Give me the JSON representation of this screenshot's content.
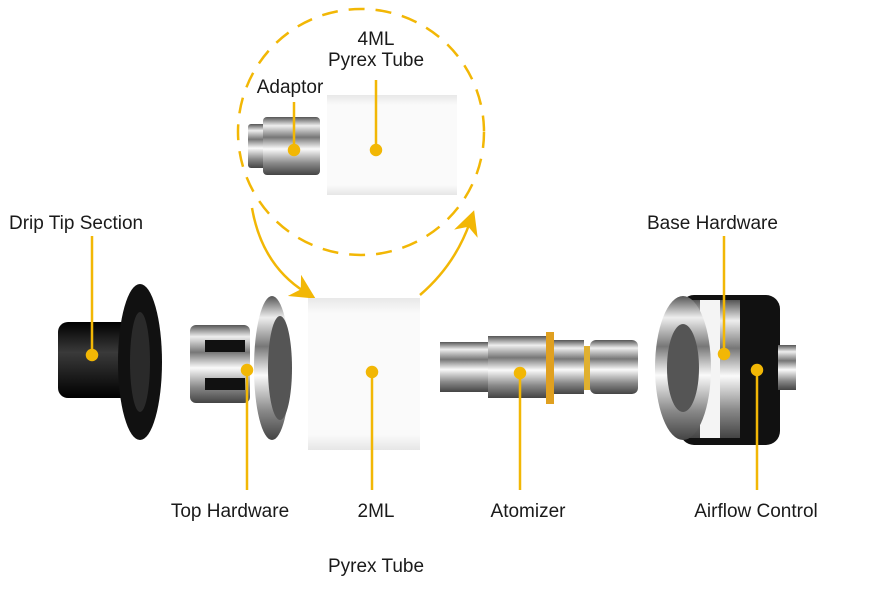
{
  "colors": {
    "accent": "#f2b705",
    "metal": "#9a9a9a",
    "dark": "#151515"
  },
  "labels": {
    "adaptor": "Adaptor",
    "tube_4ml_line1": "4ML",
    "tube_4ml_line2": "Pyrex Tube",
    "drip_tip": "Drip Tip Section",
    "base_hardware": "Base Hardware",
    "top_hardware": "Top Hardware",
    "tube_2ml_line1": "2ML",
    "tube_2ml_line2": "Pyrex Tube",
    "atomizer": "Atomizer",
    "airflow_control": "Airflow Control"
  }
}
